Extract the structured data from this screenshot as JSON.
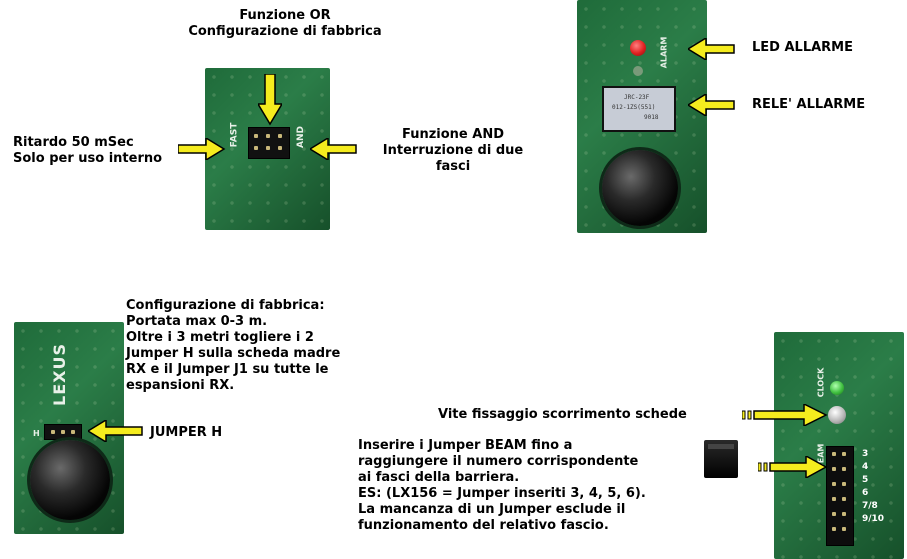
{
  "labels": {
    "or_title": "Funzione OR",
    "or_subtitle": "Configurazione di fabbrica",
    "ritardo": "Ritardo 50 mSec\nSolo per uso interno",
    "and_func": "Funzione AND\nInterruzione di due\nfasci",
    "led_allarme": "LED ALLARME",
    "rele_allarme": "RELE' ALLARME",
    "config_fabbrica": "Configurazione di fabbrica:\nPortata max 0-3 m.\nOltre i 3 metri togliere i 2\nJumper H sulla scheda madre\nRX e il Jumper J1 su tutte le\nespansioni RX.",
    "jumper_h": "JUMPER H",
    "vite": "Vite fissaggio scorrimento schede",
    "beam_instr": "Inserire i Jumper BEAM fino a\nraggiungere il numero corrispondente\nai fasci della barriera.\nES: (LX156 = Jumper inseriti 3, 4, 5, 6).\nLa mancanza di un Jumper esclude il\nfunzionamento del relativo fascio."
  },
  "silkscreen": {
    "fast": "FAST",
    "and": "AND",
    "alarm": "ALARM",
    "lexus": "LEXUS",
    "h": "H",
    "clock": "CLOCK",
    "beam": "BEAM",
    "relay_model": "JRC-23F",
    "relay_part": "012-1ZS(551)",
    "relay_date": "9018",
    "beam_numbers": [
      "3",
      "4",
      "5",
      "6",
      "7/8",
      "9/10"
    ]
  },
  "colors": {
    "arrow_fill": "#f5ec1e",
    "arrow_stroke": "#000000",
    "pcb_green": "#1f6b3a",
    "led_red": "#e02020",
    "led_green": "#40c040"
  }
}
